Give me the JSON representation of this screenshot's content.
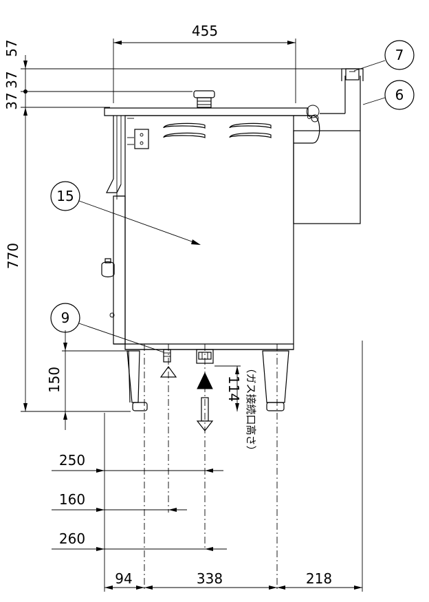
{
  "dimensions": {
    "top_width": "455",
    "top_offset_1": "57",
    "top_offset_2": "37",
    "top_offset_3": "37",
    "height_main": "770",
    "height_leg": "150",
    "connection_height": "114",
    "offset_250": "250",
    "offset_160": "160",
    "offset_260": "260",
    "bottom_94": "94",
    "bottom_338": "338",
    "bottom_218": "218"
  },
  "callouts": {
    "c7": "7",
    "c6": "6",
    "c15": "15",
    "c9": "9"
  },
  "notes": {
    "gas_connection": "（ガス接続口高さ）"
  }
}
